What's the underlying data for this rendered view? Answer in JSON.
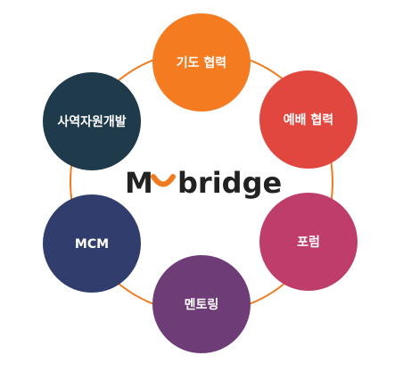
{
  "diagram": {
    "center_logo": {
      "prefix": "M",
      "suffix": "bridge",
      "smile_color": "#F07B1E",
      "text_color": "#222222"
    },
    "ring_color": "#F07B1E",
    "nodes": [
      {
        "label": "기도 협력",
        "color": "#F47B20"
      },
      {
        "label": "예배 협력",
        "color": "#E1473E"
      },
      {
        "label": "포럼",
        "color": "#BF3D6A"
      },
      {
        "label": "멘토링",
        "color": "#6E3D78"
      },
      {
        "label": "MCM",
        "color": "#313E6D"
      },
      {
        "label": "사역자원개발",
        "color": "#1E3A4B"
      }
    ]
  }
}
